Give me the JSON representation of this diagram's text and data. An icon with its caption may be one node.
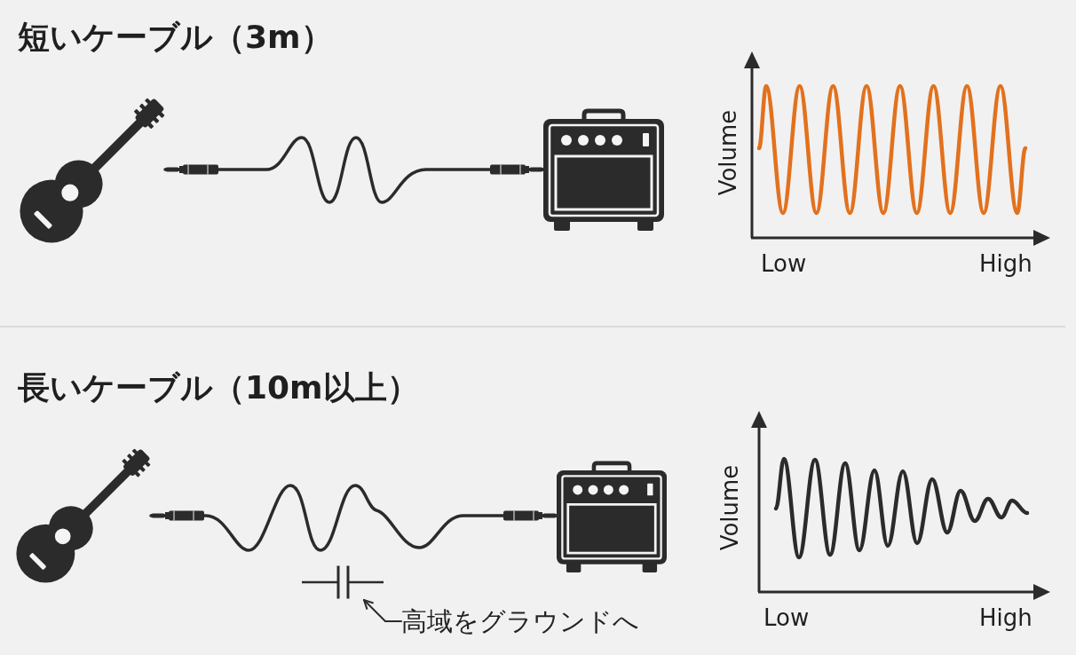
{
  "diagram": {
    "nodes": [
      {
        "text": [],
        "shape": "picture"
      },
      {
        "text": [],
        "shape": "picture"
      },
      {
        "text": [],
        "shape": "picture"
      },
      {
        "text": [],
        "shape": "picture"
      },
      {
        "text": [],
        "shape": "picture"
      },
      {
        "text": [
          "高域をグラウンドへ"
        ]
      }
    ],
    "edges": [
      {
        "from": 0,
        "to": 1,
        "arrow": "other"
      },
      {
        "from": 2,
        "to": 3,
        "arrow": "other"
      },
      {
        "from": 5,
        "to": 4,
        "arrow": "to"
      }
    ],
    "labels": [
      "短いケーブル（3m）",
      "Volume",
      "Low",
      "High",
      "長いケーブル（10m以上）",
      "Volume",
      "Low",
      "High"
    ]
  }
}
